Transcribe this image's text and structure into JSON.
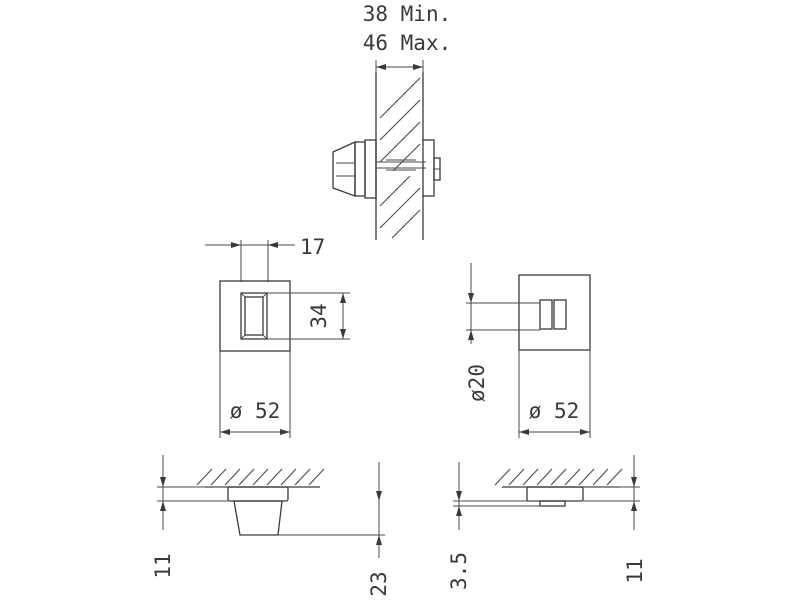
{
  "top_view": {
    "thickness_min": "38 Min.",
    "thickness_max": "46 Max."
  },
  "front_left": {
    "slot_width": "17",
    "slot_height": "34",
    "rose_diameter": "ø 52"
  },
  "front_right": {
    "knob_diameter": "ø20",
    "rose_diameter": "ø 52"
  },
  "side_left": {
    "rose_thickness": "11",
    "knob_projection": "23"
  },
  "side_right": {
    "indicator_projection": "3.5",
    "rose_thickness": "11"
  }
}
